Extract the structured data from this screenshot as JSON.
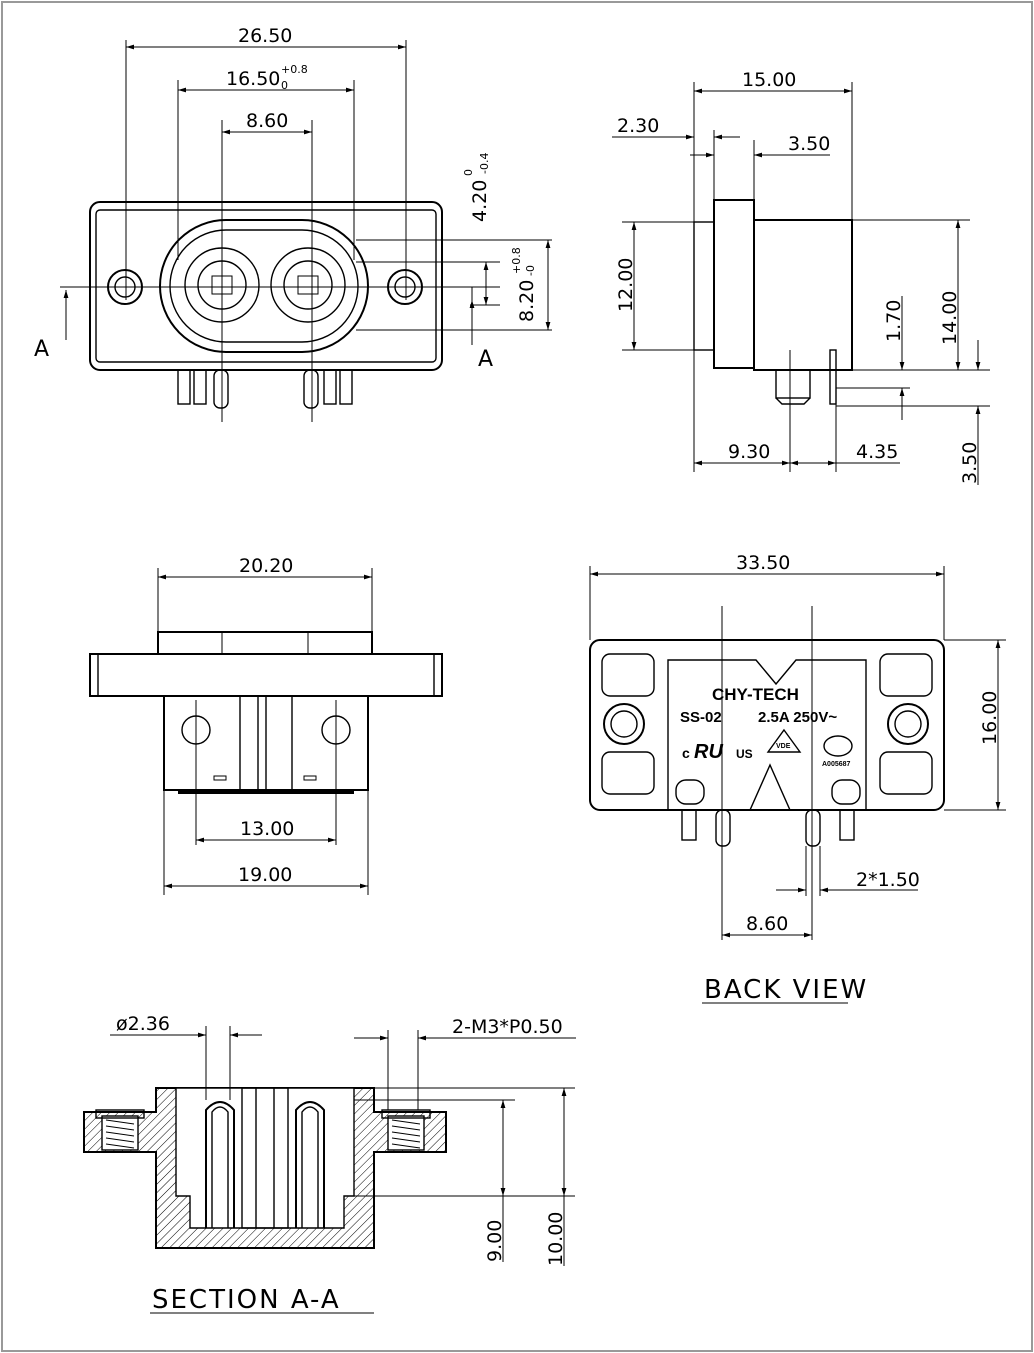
{
  "dims": {
    "top_front": {
      "w_outer": "26.50",
      "w_inlet_main": "16.50",
      "w_inlet_tol_sup": "+0.8",
      "w_inlet_tol_sub": "0",
      "w_pins": "8.60",
      "h_small": "4.20",
      "h_small_tol_sup": "0",
      "h_small_tol_sub": "-0.4",
      "h_inlet": "8.20",
      "h_inlet_tol_sup": "+0.8",
      "h_inlet_tol_sub": "-0",
      "section_mark": "A"
    },
    "side": {
      "w_total": "15.00",
      "w_flange": "2.30",
      "w_step": "3.50",
      "h_front": "12.00",
      "h_body": "14.00",
      "h_offset": "1.70",
      "w_base": "9.30",
      "w_pin": "4.35",
      "h_pin": "3.50"
    },
    "bottom": {
      "w_top": "20.20",
      "w_holes": "13.00",
      "w_base": "19.00"
    },
    "back": {
      "w_total": "33.50",
      "h_total": "16.00",
      "pin_pitch": "8.60",
      "pin_width": "2*1.50"
    },
    "section": {
      "dia": "ø2.36",
      "thread": "2-M3*P0.50",
      "h_inner": "9.00",
      "h_outer": "10.00"
    }
  },
  "product_marking": {
    "brand": "CHY-TECH",
    "model": "SS-02",
    "rating": "2.5A 250V~",
    "cert_ul_c": "c",
    "cert_ul_us": "US",
    "cert_vde": "VDE",
    "cert_ccc_number": "A005687"
  },
  "labels": {
    "back_view": "BACK VIEW",
    "section_view": "SECTION A-A"
  }
}
